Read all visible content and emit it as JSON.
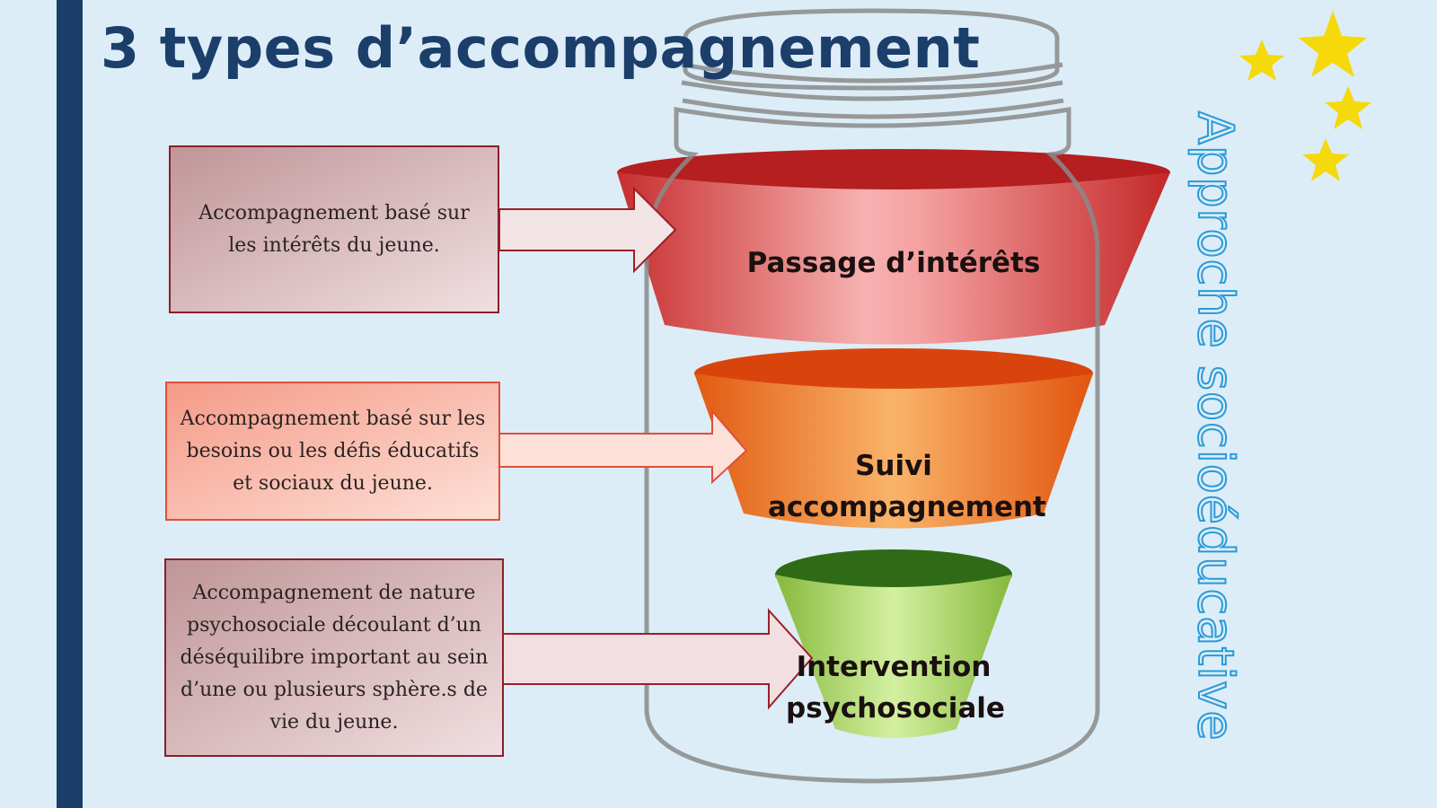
{
  "title": "3 types d’accompagnement",
  "vertical_label": "Approche socioéducative",
  "levels": [
    {
      "label": "Passage d’intérêts",
      "color": "#d94545",
      "description": "Accompagnement basé sur les intérêts du jeune."
    },
    {
      "label": "Suivi accompagnement",
      "color": "#ec6a1c",
      "description": "Accompagnement basé sur les besoins ou les défis éducatifs et sociaux du jeune."
    },
    {
      "label": "Intervention psychosociale",
      "color": "#9cc84f",
      "description": "Accompagnement de nature psychosociale découlant d’un déséquilibre important au sein d’une ou plusieurs sphère.s de vie du jeune."
    }
  ],
  "colors": {
    "background": "#dcedf7",
    "title": "#1b3f6a",
    "accent_bar": "#1b3f6a",
    "vertical_label": "#2a9ad8",
    "stars": "#f5d90a"
  },
  "icons": [
    "mason-jar-icon",
    "star-icon"
  ]
}
